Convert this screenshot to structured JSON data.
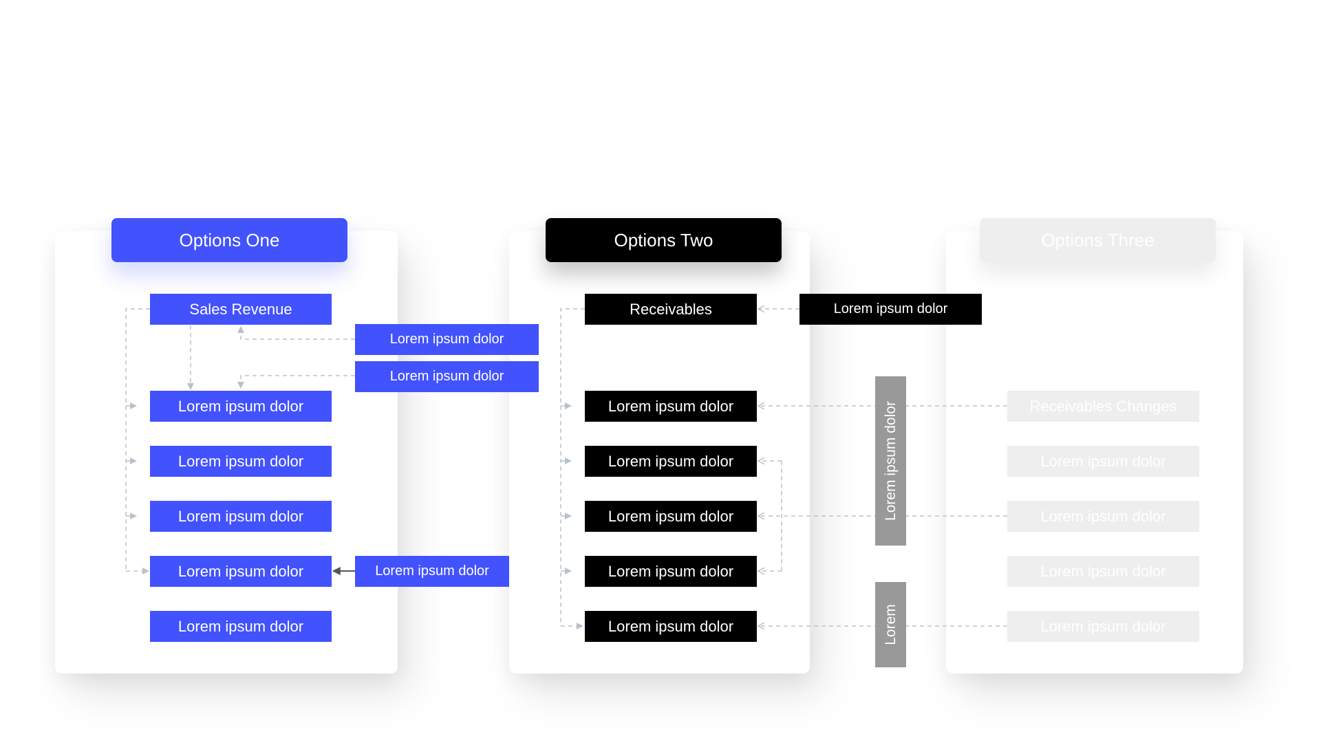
{
  "columns": {
    "one": {
      "header": "Options One",
      "source": "Sales Revenue",
      "items": [
        "Lorem ipsum dolor",
        "Lorem ipsum dolor",
        "Lorem ipsum dolor",
        "Lorem ipsum dolor",
        "Lorem ipsum dolor"
      ],
      "side_inputs": [
        "Lorem ipsum dolor",
        "Lorem ipsum dolor"
      ],
      "bottom_input": "Lorem ipsum dolor"
    },
    "two": {
      "header": "Options Two",
      "source": "Receivables",
      "items": [
        "Lorem ipsum dolor",
        "Lorem ipsum dolor",
        "Lorem ipsum dolor",
        "Lorem ipsum dolor",
        "Lorem ipsum dolor"
      ],
      "side_input": "Lorem ipsum dolor"
    },
    "three": {
      "header": "Options Three",
      "source": "Receivables Changes",
      "items": [
        "Lorem ipsum dolor",
        "Lorem ipsum dolor",
        "Lorem ipsum dolor",
        "Lorem ipsum dolor"
      ]
    }
  },
  "vertical_labels": [
    "Lorem ipsum dolor",
    "Lorem"
  ],
  "colors": {
    "blue": "#4252fc",
    "black": "#000000",
    "faded": "#eeeeee",
    "gray_bar": "#999999",
    "connector": "#b8c2cc",
    "solid_arrow": "#555555"
  }
}
